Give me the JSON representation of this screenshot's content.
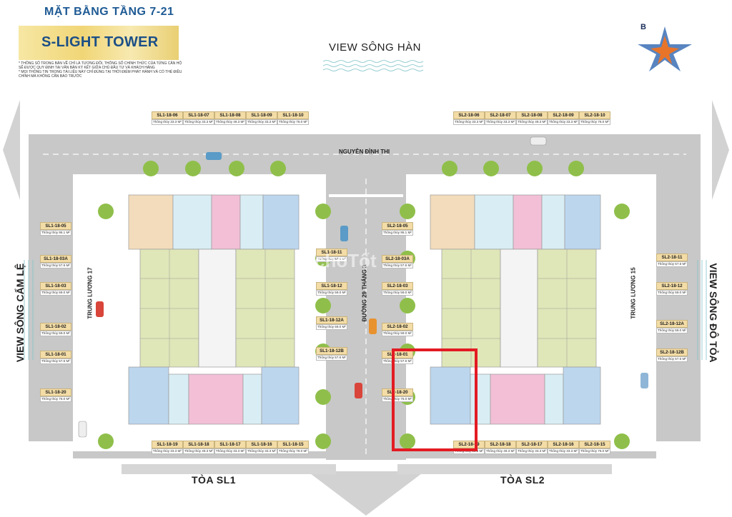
{
  "header": {
    "floor_title": "MẶT BẰNG TẦNG 7-21",
    "project_name": "S-LIGHT TOWER",
    "notes": [
      "* THÔNG SỐ TRONG BẢN VẼ CHỈ LÀ TƯƠNG ĐỐI, THÔNG SỐ CHÍNH THỨC CỦA TỪNG CĂN HỘ SẼ ĐƯỢC QUY ĐỊNH TẠI VĂN BẢN KÝ KẾT GIỮA CHỦ ĐẦU TƯ VÀ KHÁCH HÀNG",
      "* MỌI THÔNG TIN TRONG TÀI LIỆU NÀY CHỈ ĐÚNG TẠI THỜI ĐIỂM PHÁT HÀNH VÀ CÓ THỂ ĐIỀU CHỈNH MÀ KHÔNG CẦN BÁO TRƯỚC"
    ]
  },
  "logo_letter": "B",
  "views": {
    "top": "VIEW SÔNG HÀN",
    "left": "VIEW SÔNG CẨM LỆ",
    "right": "VIEW SÔNG ĐÔ TỎA"
  },
  "roads": {
    "top": "NGUYỄN ĐÌNH THI",
    "middle": "ĐƯỜNG 29 THÁNG 3",
    "left": "TRUNG LƯƠNG 17",
    "right": "TRUNG LƯƠNG 15"
  },
  "towers": {
    "sl1": "TÒA SL1",
    "sl2": "TÒA SL2"
  },
  "area_prefix": "Thông thủy",
  "watermark": "choTốt",
  "colors": {
    "road": "#c8c8c8",
    "green_unit": "#dfe6b8",
    "blue_unit": "#bcd6ee",
    "pink_unit": "#f2bfd6",
    "beige_unit": "#f3dcbb",
    "light_blue_unit": "#d9eef4",
    "tag_bg": "#f3dca6",
    "highlight": "#e31b23"
  },
  "units": [
    {
      "code": "SL1-18-06",
      "area": "33.3 M²"
    },
    {
      "code": "SL1-18-07",
      "area": "33.3 M²"
    },
    {
      "code": "SL1-18-08",
      "area": "49.3 M²"
    },
    {
      "code": "SL1-18-09",
      "area": "33.3 M²"
    },
    {
      "code": "SL1-18-10",
      "area": "76.0 M²"
    },
    {
      "code": "SL1-18-05",
      "area": "95.1 M²"
    },
    {
      "code": "SL1-18-03A",
      "area": "57.6 M²"
    },
    {
      "code": "SL1-18-03",
      "area": "59.0 M²"
    },
    {
      "code": "SL1-18-02",
      "area": "59.0 M²"
    },
    {
      "code": "SL1-18-01",
      "area": "57.6 M²"
    },
    {
      "code": "SL1-18-20",
      "area": "76.0 M²"
    },
    {
      "code": "SL1-18-11",
      "area": "57.6 M²"
    },
    {
      "code": "SL1-18-12",
      "area": "59.0 M²"
    },
    {
      "code": "SL1-18-12A",
      "area": "59.0 M²"
    },
    {
      "code": "SL1-18-12B",
      "area": "57.6 M²"
    },
    {
      "code": "SL1-18-19",
      "area": "33.3 M²"
    },
    {
      "code": "SL1-18-18",
      "area": "49.3 M²"
    },
    {
      "code": "SL1-18-17",
      "area": "33.3 M²"
    },
    {
      "code": "SL1-18-16",
      "area": "33.3 M²"
    },
    {
      "code": "SL1-18-15",
      "area": "76.0 M²"
    },
    {
      "code": "SL2-18-06",
      "area": "33.3 M²"
    },
    {
      "code": "SL2-18-07",
      "area": "33.3 M²"
    },
    {
      "code": "SL2-18-08",
      "area": "49.3 M²"
    },
    {
      "code": "SL2-18-09",
      "area": "33.3 M²"
    },
    {
      "code": "SL2-18-10",
      "area": "76.0 M²"
    },
    {
      "code": "SL2-18-05",
      "area": "95.1 M²"
    },
    {
      "code": "SL2-18-03A",
      "area": "57.6 M²"
    },
    {
      "code": "SL2-18-03",
      "area": "59.0 M²"
    },
    {
      "code": "SL2-18-02",
      "area": "59.0 M²"
    },
    {
      "code": "SL2-18-01",
      "area": "57.6 M²"
    },
    {
      "code": "SL2-18-20",
      "area": "76.0 M²"
    },
    {
      "code": "SL2-18-11",
      "area": "57.6 M²"
    },
    {
      "code": "SL2-18-12",
      "area": "59.0 M²"
    },
    {
      "code": "SL2-18-12A",
      "area": "59.0 M²"
    },
    {
      "code": "SL2-18-12B",
      "area": "57.6 M²"
    },
    {
      "code": "SL2-18-19",
      "area": "33.3 M²"
    },
    {
      "code": "SL2-18-18",
      "area": "49.3 M²"
    },
    {
      "code": "SL2-18-17",
      "area": "33.3 M²"
    },
    {
      "code": "SL2-18-16",
      "area": "33.3 M²"
    },
    {
      "code": "SL2-18-15",
      "area": "76.0 M²"
    }
  ]
}
